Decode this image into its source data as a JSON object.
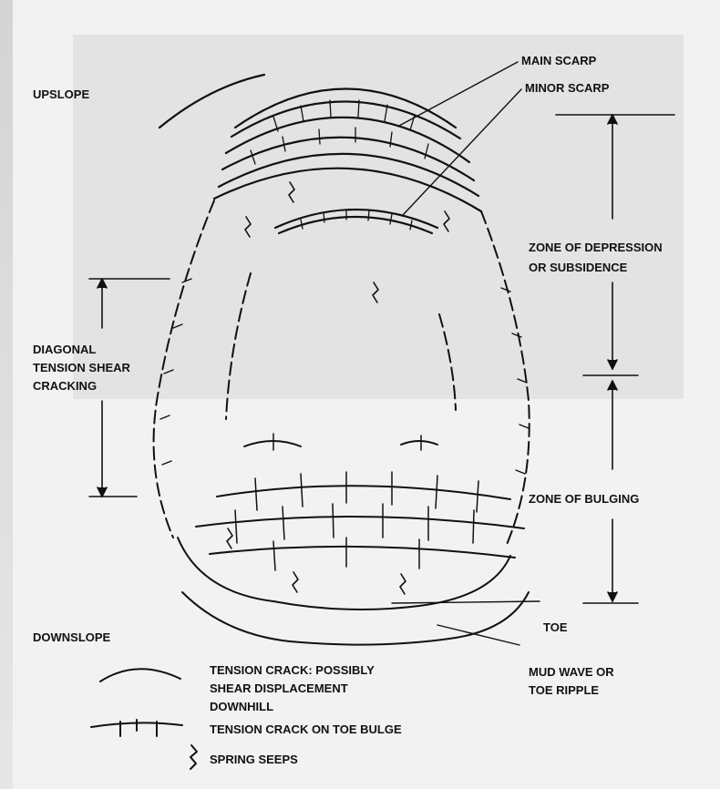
{
  "diagram": {
    "labels": {
      "upslope": "UPSLOPE",
      "downslope": "DOWNSLOPE",
      "main_scarp": "MAIN SCARP",
      "minor_scarp": "MINOR SCARP",
      "zone_depression_1": "ZONE OF DEPRESSION",
      "zone_depression_2": "OR SUBSIDENCE",
      "diagonal_1": "DIAGONAL",
      "diagonal_2": "TENSION SHEAR",
      "diagonal_3": "CRACKING",
      "zone_bulging": "ZONE OF BULGING",
      "toe": "TOE",
      "mud_wave_1": "MUD WAVE OR",
      "mud_wave_2": "TOE RIPPLE"
    },
    "legend": [
      {
        "symbol": "arc-icon",
        "lines": [
          "TENSION CRACK: POSSIBLY",
          "SHEAR DISPLACEMENT",
          "DOWNHILL"
        ]
      },
      {
        "symbol": "toe-crack-icon",
        "lines": [
          "TENSION CRACK ON TOE BULGE"
        ]
      },
      {
        "symbol": "spring-seep-icon",
        "lines": [
          "SPRING SEEPS"
        ]
      }
    ]
  }
}
